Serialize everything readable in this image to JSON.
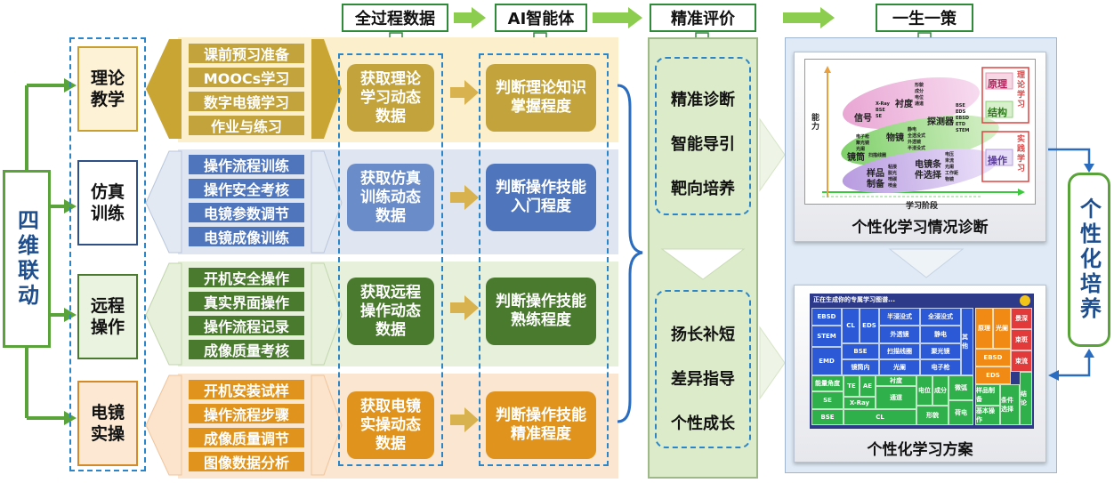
{
  "top_labels": {
    "process_data": "全过程数据",
    "ai_agent": "AI智能体",
    "precise_eval": "精准评价",
    "one_student": "一生一策"
  },
  "left_title": "四维联动",
  "categories": [
    "理论教学",
    "仿真训练",
    "远程操作",
    "电镜实操"
  ],
  "rows": [
    {
      "items": [
        "课前预习准备",
        "MOOCs学习",
        "数字电镜学习",
        "作业与练习"
      ],
      "data_box": "获取理论学习动态数据",
      "judge_box": "判断理论知识掌握程度"
    },
    {
      "items": [
        "操作流程训练",
        "操作安全考核",
        "电镜参数调节",
        "电镜成像训练"
      ],
      "data_box": "获取仿真训练动态数据",
      "judge_box": "判断操作技能入门程度"
    },
    {
      "items": [
        "开机安全操作",
        "真实界面操作",
        "操作流程记录",
        "成像质量考核"
      ],
      "data_box": "获取远程操作动态数据",
      "judge_box": "判断操作技能熟练程度"
    },
    {
      "items": [
        "开机安装试样",
        "操作流程步骤",
        "成像质量调节",
        "图像数据分析"
      ],
      "data_box": "获取电镜实操动态数据",
      "judge_box": "判断操作技能精准程度"
    }
  ],
  "eval_top": [
    "精准诊断",
    "智能导引",
    "靶向培养"
  ],
  "eval_bottom": [
    "扬长补短",
    "差异指导",
    "个性成长"
  ],
  "diagnosis": {
    "caption": "个性化学习情况诊断",
    "y_label": "能力",
    "x_label": "学习阶段",
    "legend": {
      "theory": "理论学习",
      "practice": "实践学习",
      "principle": "原理",
      "structure": "结构",
      "operation": "操作"
    },
    "clusters": [
      {
        "name": "信号",
        "notes": [
          "X-Ray",
          "BSE",
          "SE"
        ]
      },
      {
        "name": "衬度",
        "notes": [
          "形貌",
          "成分",
          "电位",
          "通道"
        ]
      },
      {
        "name": "探测器",
        "notes": [
          "BSE",
          "EDS",
          "EBSD",
          "ETD",
          "STEM"
        ]
      },
      {
        "name": "镜筒",
        "notes": [
          "电子枪",
          "聚光镜",
          "光阑",
          "扫描线圈"
        ]
      },
      {
        "name": "物镜",
        "notes": [
          "静电",
          "全透没式",
          "外透镜",
          "半浸没式"
        ]
      },
      {
        "name": "样品制备",
        "notes": [
          "粘接",
          "脱光",
          "喷碳",
          "喷金"
        ]
      },
      {
        "name": "电镜条件选择",
        "notes": [
          "电压",
          "束流",
          "光阑",
          "工作距",
          "物镜"
        ]
      }
    ]
  },
  "plan": {
    "caption": "个性化学习方案",
    "header": "正在生成你的专属学习图谱...",
    "cells": [
      "EBSD",
      "CL",
      "EDS",
      "半浸没式",
      "全浸没式",
      "STEM",
      "外透镜",
      "静电",
      "BSE",
      "扫描线圈",
      "聚光镜",
      "其他",
      "EMD",
      "镜筒内",
      "光阑",
      "电子枪",
      "能量角度",
      "TE",
      "AE",
      "衬度",
      "电位",
      "成分",
      "微弧",
      "SE",
      "X-Ray",
      "通道",
      "形貌",
      "荷电",
      "BSE",
      "CL",
      "原理",
      "光阑",
      "景深",
      "束斑",
      "EBSD",
      "束流",
      "EDS",
      "样品制备",
      "条件选择",
      "基本操作",
      "结论"
    ]
  },
  "right_title": "个性化培养"
}
